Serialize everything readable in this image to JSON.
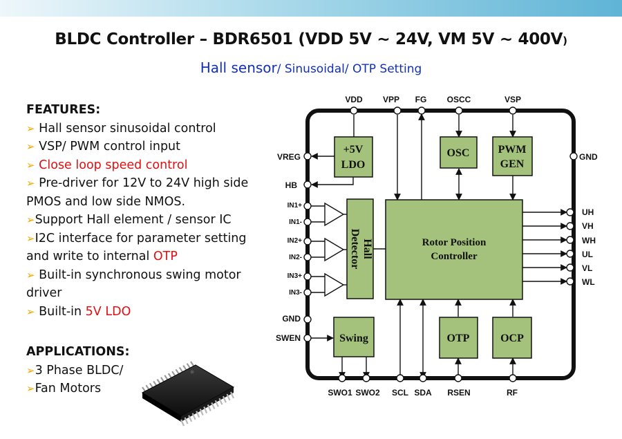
{
  "header": {
    "title_main": "BLDC Controller – BDR6501 (VDD 5V ~ 24V, VM 5V ~ 400V",
    "title_paren": ")",
    "subtitle_a": "Hall sensor",
    "subtitle_b": "/ Sinusoidal/ OTP Setting"
  },
  "features": {
    "heading": "FEATURES:",
    "items": [
      {
        "text": "Hall sensor sinusoidal  control"
      },
      {
        "text": "VSP/ PWM control input"
      },
      {
        "text": "Close loop speed control"
      },
      {
        "line1": "Pre-driver for 12V to 24V high side",
        "line2": "PMOS and low side NMOS."
      },
      {
        "text": "Support Hall element / sensor IC"
      },
      {
        "line1": "I2C interface for parameter setting",
        "line2a": "and write to internal ",
        "line2b": "OTP"
      },
      {
        "line1": "Built-in synchronous swing motor",
        "line2": "driver"
      },
      {
        "pre": "Built-in ",
        "red": "5V LDO"
      }
    ]
  },
  "applications": {
    "heading": "APPLICATIONS:",
    "items": [
      "3 Phase BLDC/",
      "Fan Motors"
    ]
  },
  "diagram": {
    "top_pins": [
      "VDD",
      "VPP",
      "FG",
      "OSCC",
      "VSP"
    ],
    "left_pins": [
      "VREG",
      "HB",
      "IN1+",
      "IN1-",
      "IN2+",
      "IN2-",
      "IN3+",
      "IN3-",
      "GND",
      "SWEN"
    ],
    "right_pins": [
      "GND",
      "UH",
      "VH",
      "WH",
      "UL",
      "VL",
      "WL"
    ],
    "bottom_pins": [
      "SWO1",
      "SWO2",
      "SCL",
      "SDA",
      "RSEN",
      "RF"
    ],
    "blocks": {
      "ldo": [
        "+5V",
        "LDO"
      ],
      "osc": "OSC",
      "pwm": [
        "PWM",
        "GEN"
      ],
      "hall": [
        "Hall",
        "Detector"
      ],
      "rpc": [
        "Rotor Position",
        "Controller"
      ],
      "swing": "Swing",
      "otp": "OTP",
      "ocp": "OCP"
    },
    "colors": {
      "block_fill": "#a4c27c",
      "outline": "#111111"
    }
  }
}
